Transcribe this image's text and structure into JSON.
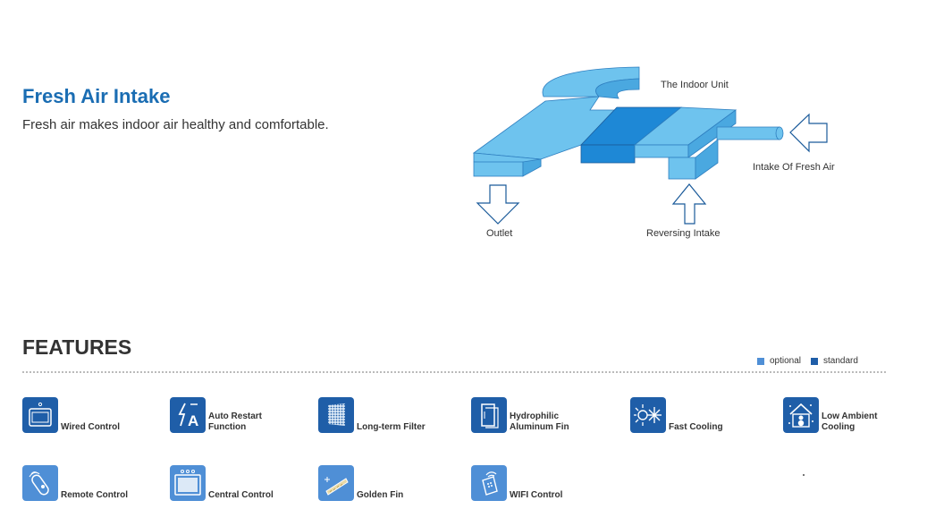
{
  "header": {
    "title": "Fresh Air Intake",
    "subtitle": "Fresh air makes indoor air healthy and comfortable."
  },
  "diagram": {
    "indoor_unit_label": "The Indoor Unit",
    "fresh_air_label": "Intake Of Fresh Air",
    "outlet_label": "Outlet",
    "reversing_label": "Reversing Intake",
    "colors": {
      "duct": "#6ec3ee",
      "duct_dark": "#4aa8e0",
      "unit": "#1e88d6",
      "arrow_stroke": "#1a5a9a"
    }
  },
  "features": {
    "heading": "FEATURES",
    "legend": [
      {
        "label": "optional",
        "color": "#4f8fd6"
      },
      {
        "label": "standard",
        "color": "#1f5ea8"
      }
    ],
    "items": [
      {
        "lines": [
          "Wired Control"
        ],
        "icon": "wired-control-icon",
        "type": "standard"
      },
      {
        "lines": [
          "Auto Restart",
          "Function"
        ],
        "icon": "auto-restart-icon",
        "type": "standard"
      },
      {
        "lines": [
          "Long-term Filter"
        ],
        "icon": "filter-icon",
        "type": "standard"
      },
      {
        "lines": [
          "Hydrophilic",
          "Aluminum Fin"
        ],
        "icon": "aluminum-fin-icon",
        "type": "standard"
      },
      {
        "lines": [
          "Fast Cooling"
        ],
        "icon": "fast-cooling-icon",
        "type": "standard"
      },
      {
        "lines": [
          "Low Ambient",
          "Cooling"
        ],
        "icon": "low-ambient-cooling-icon",
        "type": "standard"
      },
      {
        "lines": [
          "Remote Control"
        ],
        "icon": "remote-control-icon",
        "type": "optional"
      },
      {
        "lines": [
          "Central Control"
        ],
        "icon": "central-control-icon",
        "type": "optional"
      },
      {
        "lines": [
          "Golden Fin"
        ],
        "icon": "golden-fin-icon",
        "type": "optional"
      },
      {
        "lines": [
          "WIFI Control"
        ],
        "icon": "wifi-control-icon",
        "type": "optional"
      }
    ]
  }
}
